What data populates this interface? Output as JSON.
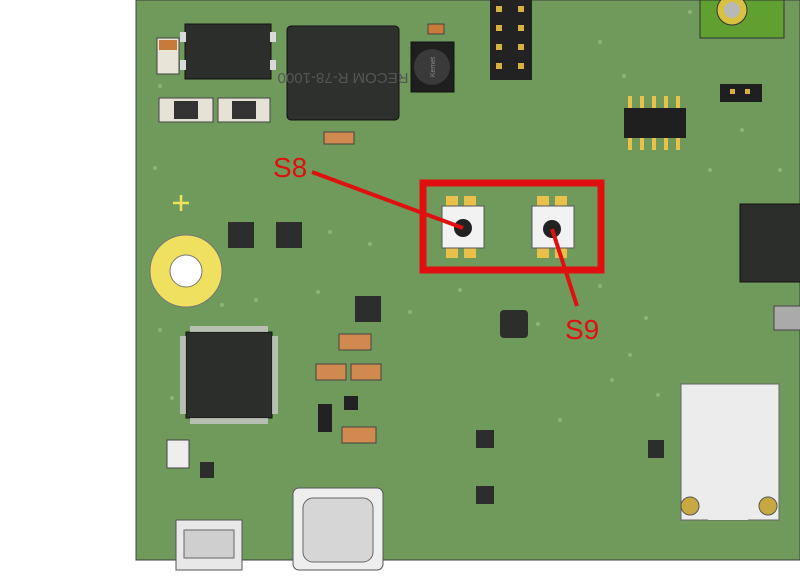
{
  "image": {
    "colors": {
      "pcb": "#6f9a5c",
      "callout": "#e01010",
      "background": "#ffffff",
      "ic": "#2a2d2a",
      "pad": "#e8c04a",
      "switch_body": "#f2f2f2",
      "mounting_ring": "#f0e060"
    }
  },
  "callouts": {
    "s8": {
      "label": "S8"
    },
    "s9": {
      "label": "S9"
    }
  },
  "component_markings": {
    "regulator": "RECOM R-78-1000",
    "inductor": "Kemet"
  }
}
